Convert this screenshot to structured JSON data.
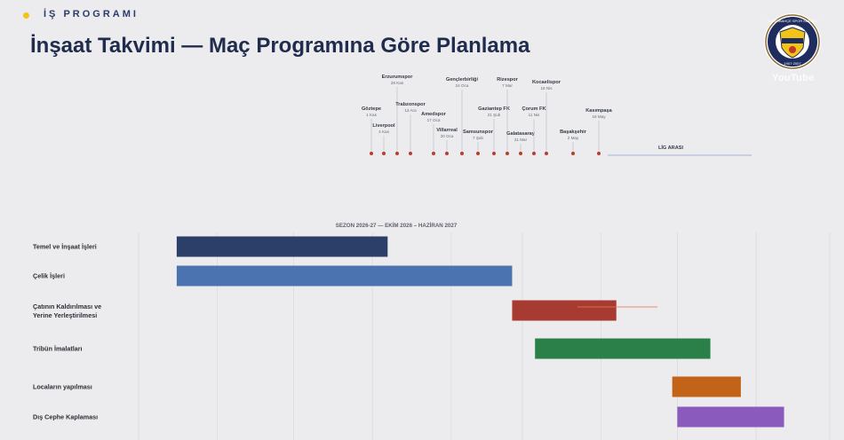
{
  "header": {
    "section_label": "İŞ PROGRAMI",
    "title": "İnşaat Takvimi — Maç Programına Göre Planlama",
    "accent_color": "#f2c318"
  },
  "watermark": {
    "text": "YouTube"
  },
  "logo": {
    "icon": "fenerbahce-crest-icon",
    "ring_text": "FENERBAHÇE SPOR KULÜBÜ",
    "year_text": "1907·2007"
  },
  "timeline": {
    "matches": [
      {
        "name": "Göztepe",
        "date": "1 Kas"
      },
      {
        "name": "Liverpool",
        "date": "4 Kas"
      },
      {
        "name": "Erzurumspor",
        "date": "29 Kas"
      },
      {
        "name": "Trabzonspor",
        "date": "13 Ara"
      },
      {
        "name": "Amedspor",
        "date": "17 Oca"
      },
      {
        "name": "Villarreal",
        "date": "20 Oca"
      },
      {
        "name": "Gençlerbirliği",
        "date": "24 Oca"
      },
      {
        "name": "Samsunspor",
        "date": "7 Şub"
      },
      {
        "name": "Gaziantep FK",
        "date": "21 Şub"
      },
      {
        "name": "Rizespor",
        "date": "7 Mar"
      },
      {
        "name": "Galatasaray",
        "date": "21 Mar"
      },
      {
        "name": "Çorum FK",
        "date": "11 Nis"
      },
      {
        "name": "Kocaelispor",
        "date": "18 Nis"
      },
      {
        "name": "Başakşehir",
        "date": "2 May"
      },
      {
        "name": "Kasımpaşa",
        "date": "16 May"
      }
    ],
    "break_label": "LİG ARASI",
    "dot_color": "#c0392b"
  },
  "chart_data": {
    "type": "gantt",
    "title": "SEZON 2026-27 — EKİM 2026 – HAZİRAN 2027",
    "x_range": [
      "2026-10-01",
      "2027-06-30"
    ],
    "grid": true,
    "tasks": [
      {
        "name": "Temel ve İnşaat İşleri",
        "start": "2026-10-16",
        "end": "2027-01-07",
        "color": "#2b3f69"
      },
      {
        "name": "Çelik İşleri",
        "start": "2026-10-16",
        "end": "2027-02-25",
        "color": "#4a73b0"
      },
      {
        "name": "Çatının Kaldırılması ve Yerine Yerleştirilmesi",
        "start": "2027-02-25",
        "end": "2027-04-07",
        "color": "#a83b31"
      },
      {
        "name": "Tribün İmalatları",
        "start": "2027-03-06",
        "end": "2027-05-14",
        "color": "#2b7f48"
      },
      {
        "name": "Locaların yapılması",
        "start": "2027-04-29",
        "end": "2027-05-26",
        "color": "#c26318"
      },
      {
        "name": "Dış Cephe Kaplaması",
        "start": "2027-05-01",
        "end": "2027-06-12",
        "color": "#8a5bbd"
      }
    ]
  }
}
